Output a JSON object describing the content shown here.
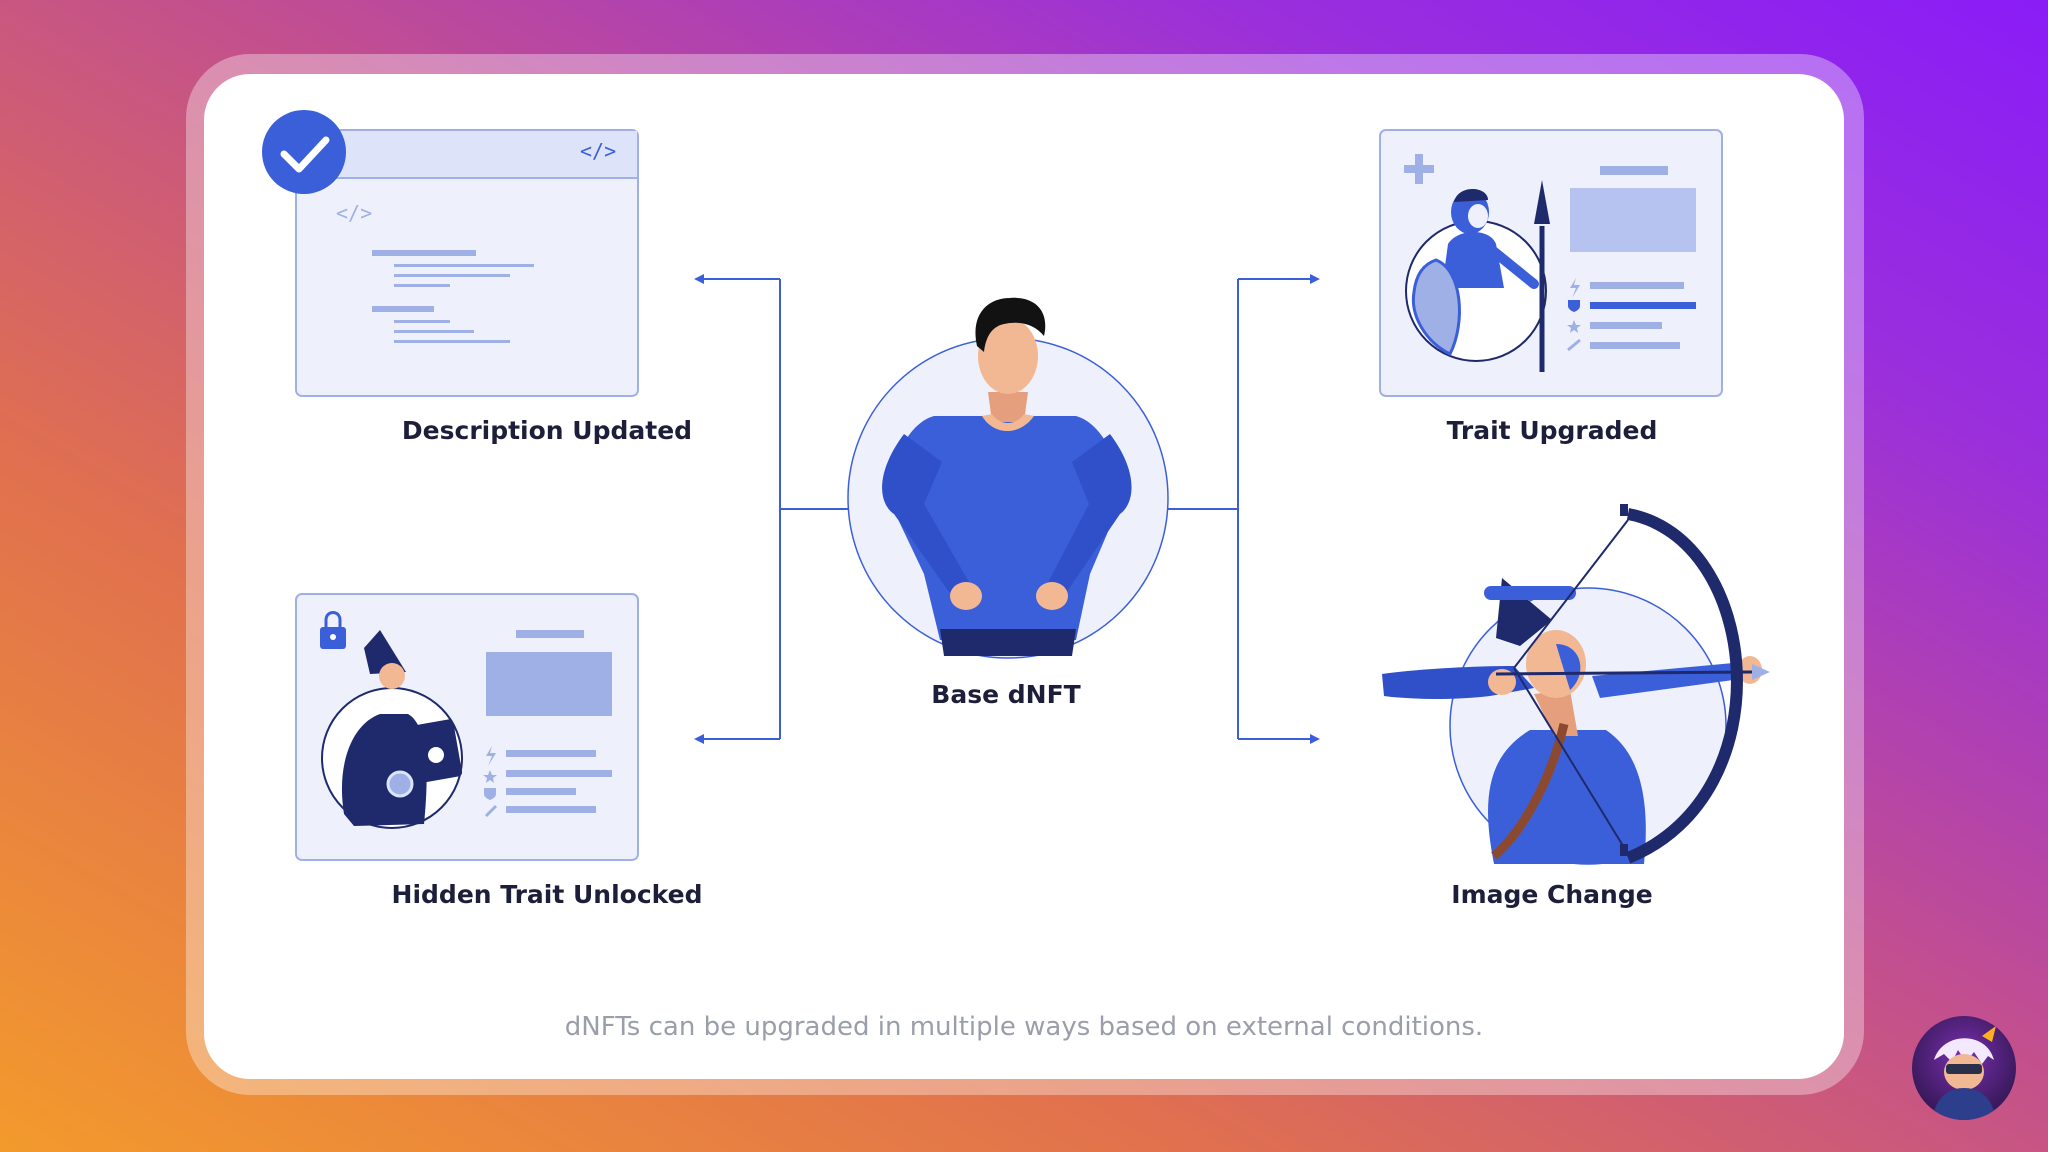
{
  "diagram": {
    "center_label": "Base dNFT",
    "outcomes": {
      "description_updated": "Description Updated",
      "hidden_trait_unlocked": "Hidden Trait Unlocked",
      "trait_upgraded": "Trait Upgraded",
      "image_change": "Image Change"
    },
    "code_icon_text": "</>",
    "caption": "dNFTs can be upgraded in multiple ways based on external conditions."
  },
  "colors": {
    "accent_blue": "#3b5fd9",
    "navy": "#1e2a6b",
    "panel_fill": "#eef1fb",
    "panel_border": "#9fb0e6",
    "skin": "#f2b894",
    "hair": "#121212"
  }
}
